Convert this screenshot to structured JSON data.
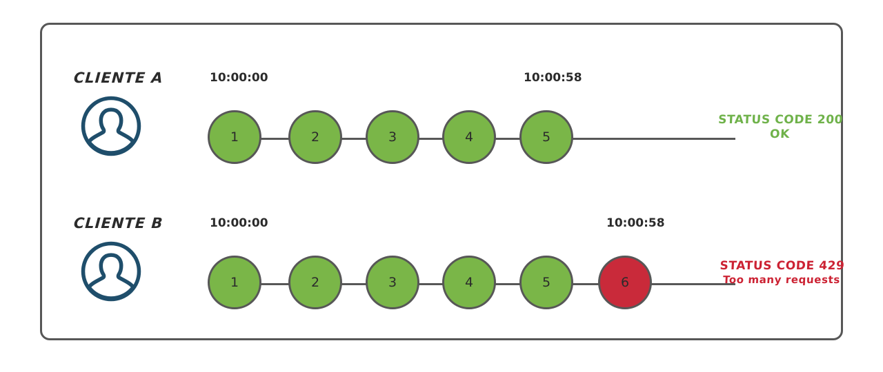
{
  "diagram": {
    "title": "Rate limiting request chain diagram",
    "colors": {
      "panel_border": "#575757",
      "node_ok": "#7AB648",
      "node_error": "#C92A3A",
      "node_border": "#575757",
      "avatar": "#1F4E6B",
      "status_ok_text": "#6FB24A",
      "status_error_text": "#CC2233",
      "label_text": "#2b2b2b"
    },
    "rows": [
      {
        "id": "a",
        "client_label": "CLIENTE A",
        "avatar_icon": "user-avatar-icon",
        "time_start": "10:00:00",
        "time_end": "10:00:58",
        "requests": [
          {
            "label": "1",
            "state": "ok"
          },
          {
            "label": "2",
            "state": "ok"
          },
          {
            "label": "3",
            "state": "ok"
          },
          {
            "label": "4",
            "state": "ok"
          },
          {
            "label": "5",
            "state": "ok"
          }
        ],
        "status_line1": "STATUS CODE 200",
        "status_line2": "OK"
      },
      {
        "id": "b",
        "client_label": "CLIENTE B",
        "avatar_icon": "user-avatar-icon",
        "time_start": "10:00:00",
        "time_end": "10:00:58",
        "requests": [
          {
            "label": "1",
            "state": "ok"
          },
          {
            "label": "2",
            "state": "ok"
          },
          {
            "label": "3",
            "state": "ok"
          },
          {
            "label": "4",
            "state": "ok"
          },
          {
            "label": "5",
            "state": "ok"
          },
          {
            "label": "6",
            "state": "error"
          }
        ],
        "status_line1": "STATUS CODE 429",
        "status_line2": "Too many requests"
      }
    ]
  }
}
